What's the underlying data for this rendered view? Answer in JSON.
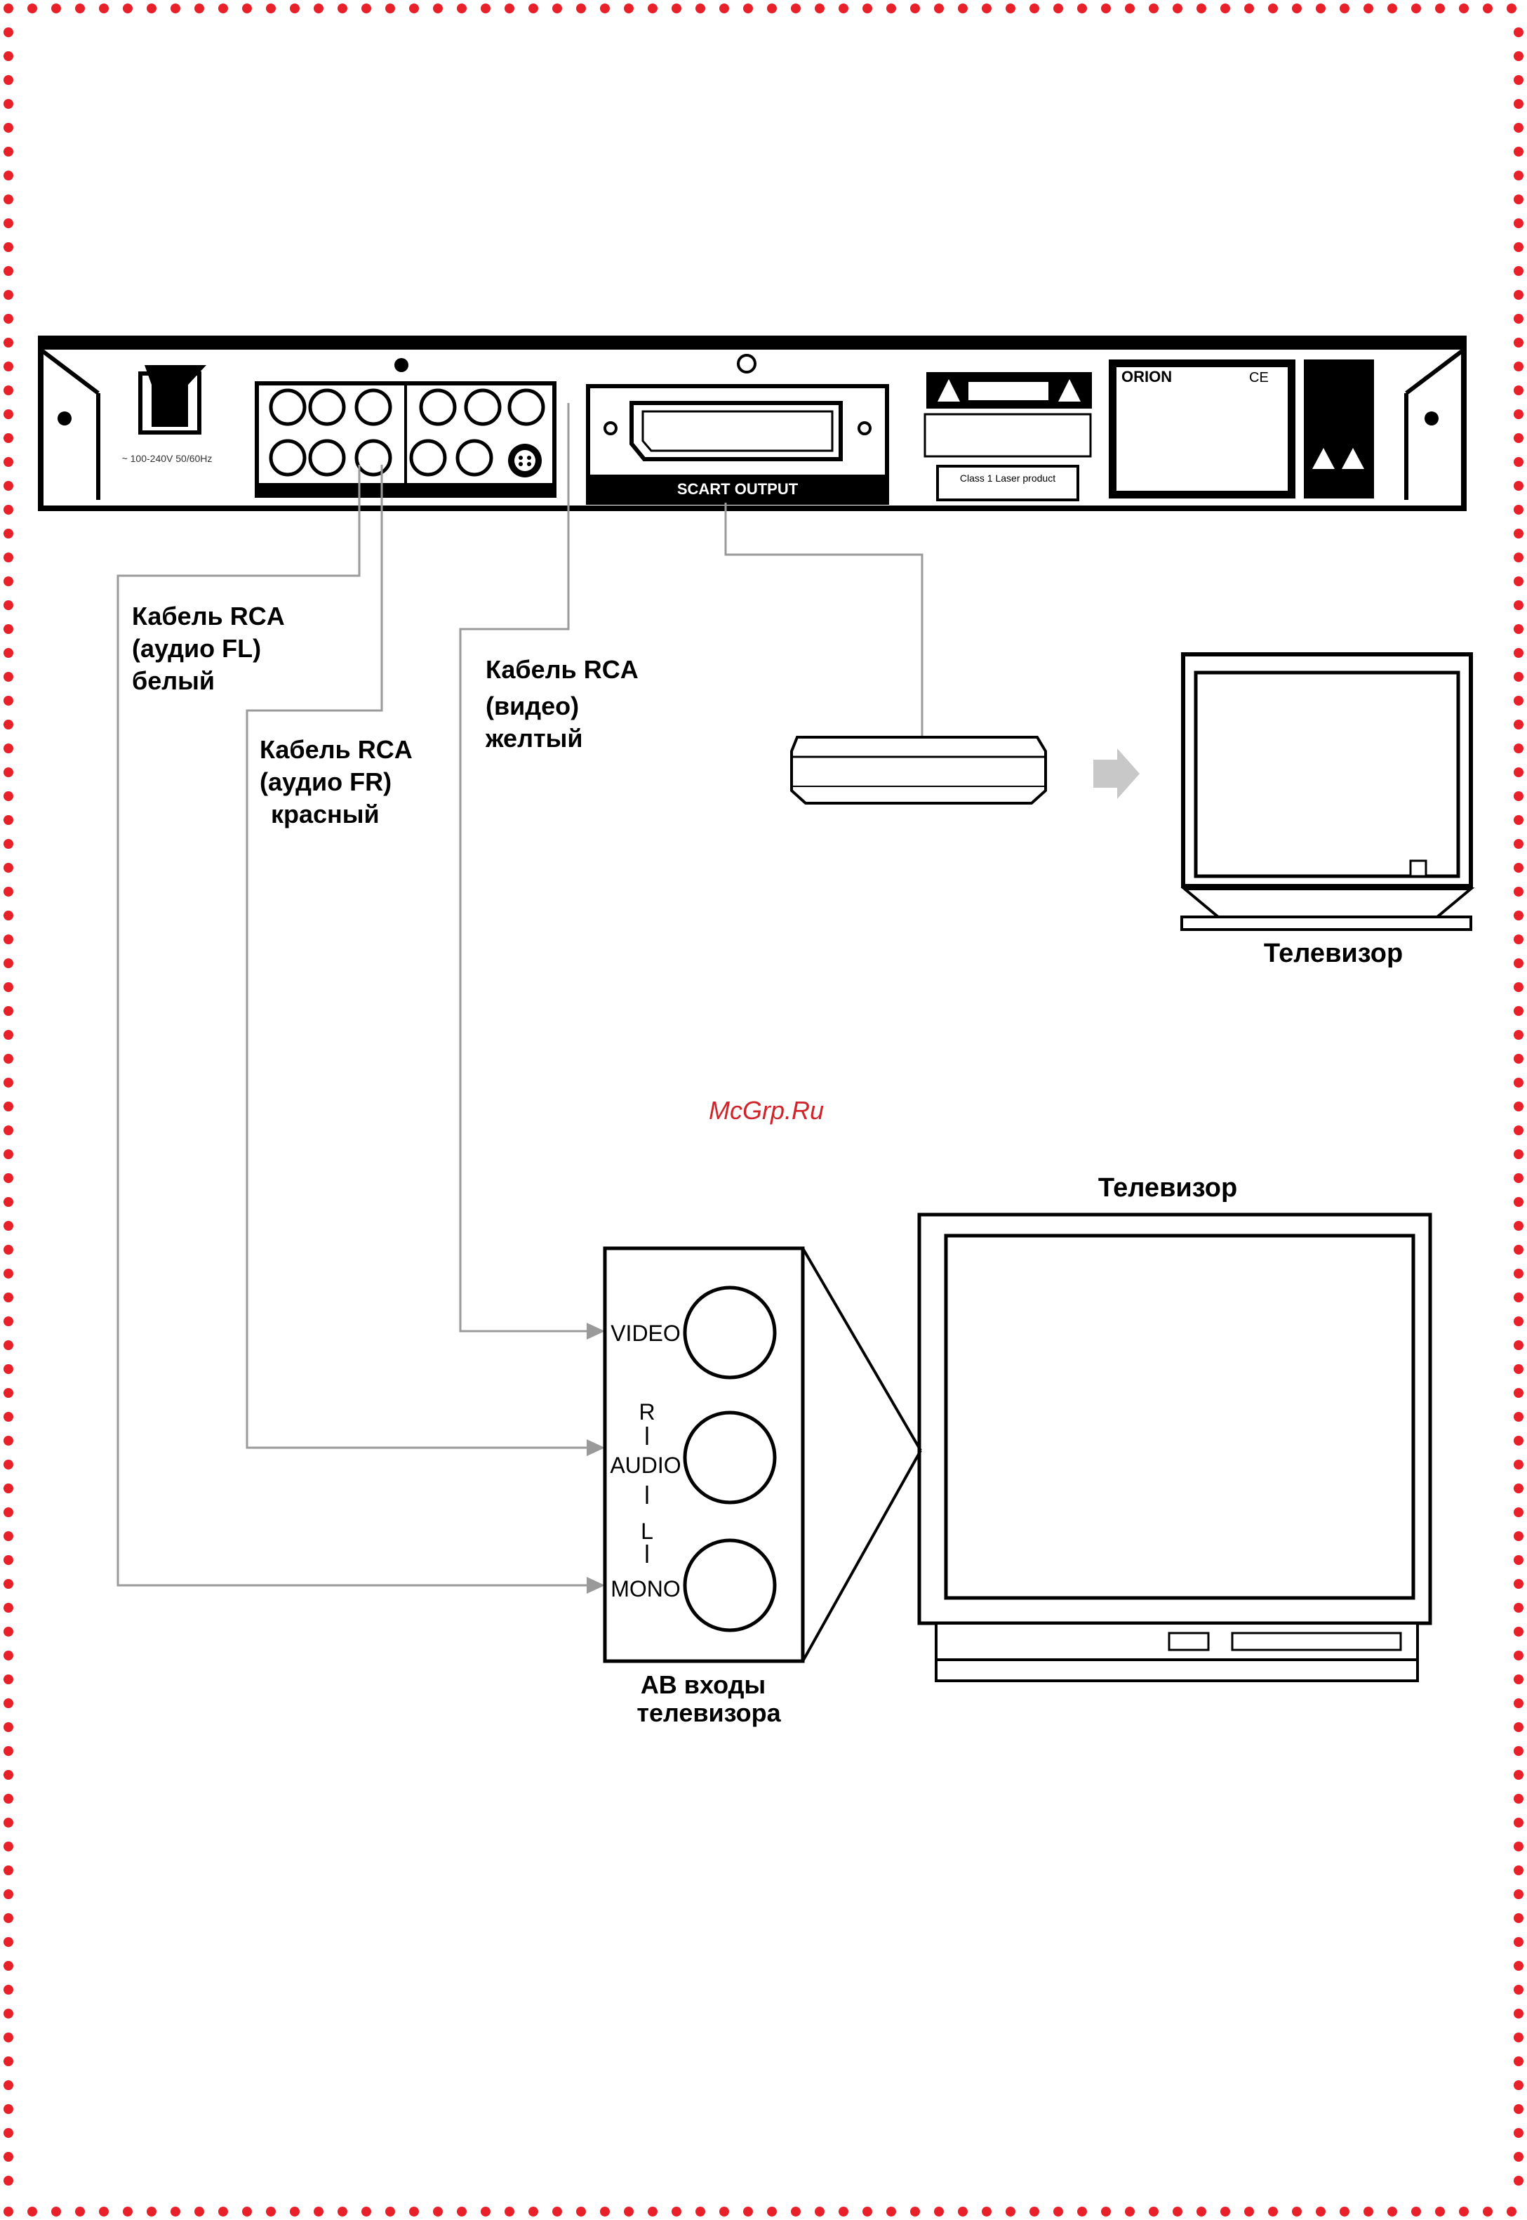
{
  "device": {
    "brand": "ORION",
    "ce_mark": "CE",
    "scart_label": "SCART OUTPUT",
    "power_label": "~ 100-240V 50/60Hz",
    "laser_label": "Class 1 Laser product"
  },
  "cables": {
    "fl": {
      "line1": "Кабель RCA",
      "line2": "(аудио FL)",
      "line3": "белый"
    },
    "fr": {
      "line1": "Кабель RCA",
      "line2": "(аудио FR)",
      "line3": "красный"
    },
    "video": {
      "line1": "Кабель RCA",
      "line2": "(видео)",
      "line3": "желтый"
    }
  },
  "tv_top": {
    "label": "Телевизор"
  },
  "tv_bottom": {
    "label": "Телевизор"
  },
  "watermark": "McGrp.Ru",
  "av_panel": {
    "video": "VIDEO",
    "audio_r": "R",
    "audio": "AUDIO",
    "audio_l": "L",
    "mono": "MONO",
    "caption_line1": "АВ входы",
    "caption_line2": "телевизора"
  },
  "colors": {
    "border_dots": "#e8202a",
    "line": "#000000",
    "cable": "#9a9a9a",
    "watermark": "#d0242a"
  }
}
